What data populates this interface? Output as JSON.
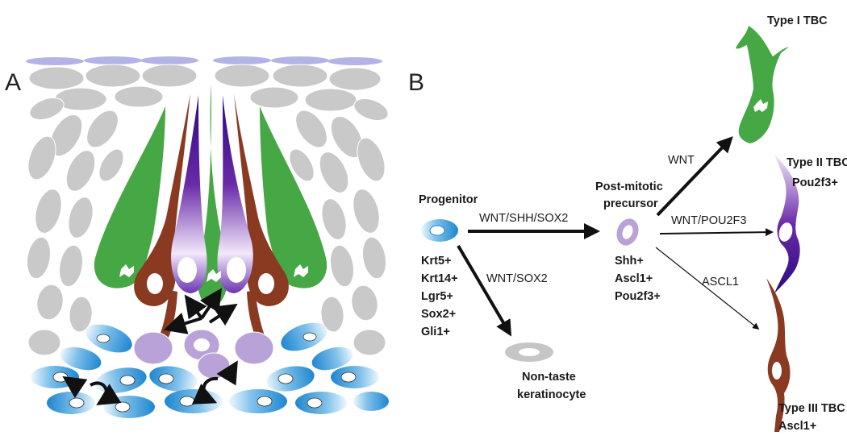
{
  "panels": {
    "a": "A",
    "b": "B"
  },
  "cells": {
    "progenitor": {
      "title": "Progenitor",
      "markers": [
        "Krt5+",
        "Krt14+",
        "Lgr5+",
        "Sox2+",
        "Gli1+"
      ]
    },
    "precursor": {
      "title_lines": [
        "Post-mitotic",
        "precursor"
      ],
      "markers": [
        "Shh+",
        "Ascl1+",
        "Pou2f3+"
      ]
    },
    "keratinocyte": {
      "title_lines": [
        "Non-taste",
        "keratinocyte"
      ]
    },
    "type1": {
      "title": "Type I TBC"
    },
    "type2": {
      "title": "Type II TBC",
      "marker": "Pou2f3+"
    },
    "type3": {
      "title": "Type III TBC",
      "marker": "Ascl1+"
    }
  },
  "pathways": {
    "prog_to_prec": "WNT/SHH/SOX2",
    "prog_to_kera": "WNT/SOX2",
    "prec_to_type1": "WNT",
    "prec_to_type2": "WNT/POU2F3",
    "prec_to_type3": "ASCL1"
  },
  "colors": {
    "basal_blue": "#2b8fd4",
    "precursor_purple": "#b9a2d8",
    "type1_green": "#46a844",
    "type2_violet": "#4b1596",
    "type3_brown": "#8b3a22",
    "keratinocyte_gray": "#c6c6c6",
    "surface_lavender": "#b3b3e6",
    "arrow": "#111111"
  }
}
